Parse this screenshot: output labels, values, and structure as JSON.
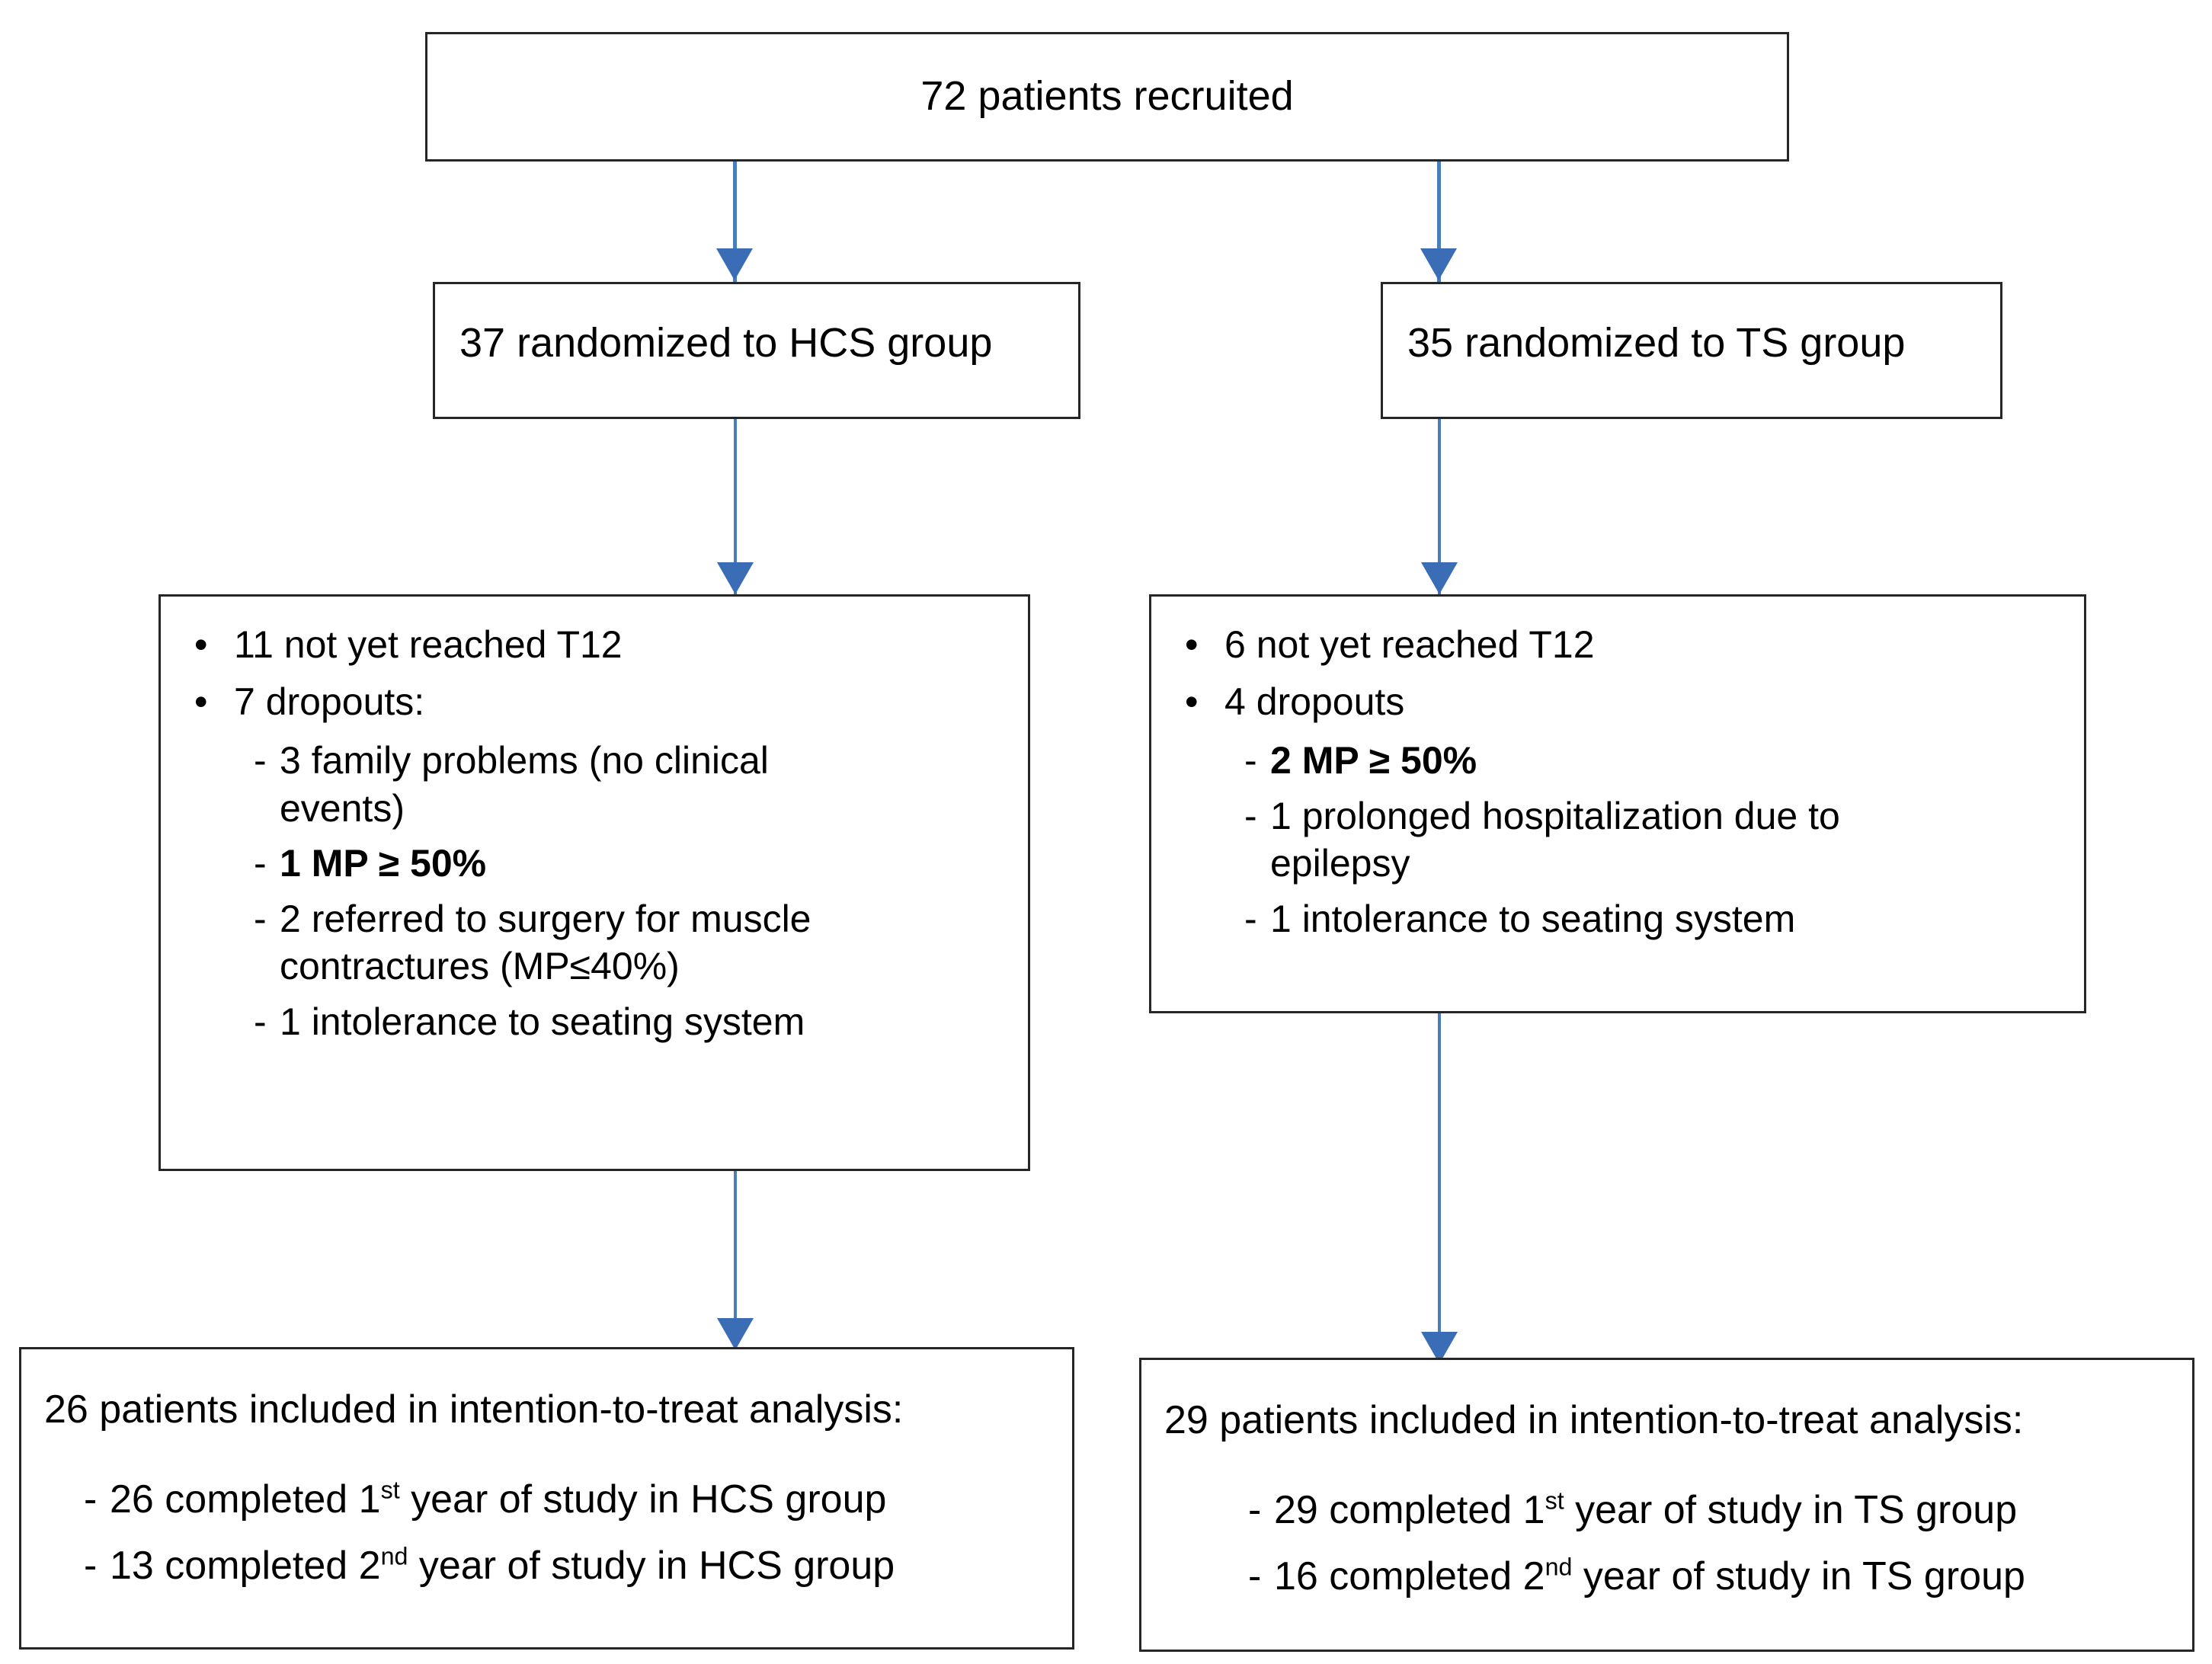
{
  "diagram": {
    "type": "consort-flow-diagram",
    "accent_color": "#4a7ebb",
    "border_color": "#262626",
    "background": "#ffffff",
    "top": {
      "label": "72 patients recruited"
    },
    "arms": [
      {
        "id": "hcs",
        "randomized": {
          "label": "37 randomized to HCS group"
        },
        "exclusions": {
          "bullets": [
            {
              "text": "11 not yet reached T12",
              "sub": []
            },
            {
              "text": "7 dropouts:",
              "sub": [
                {
                  "text": "3 family problems (no clinical events)",
                  "bold": false
                },
                {
                  "text": "1 MP ≥ 50%",
                  "bold": true
                },
                {
                  "text": "2 referred to surgery  for muscle contractures (MP≤40%)",
                  "bold": false
                },
                {
                  "text": "1 intolerance to seating system",
                  "bold": false
                }
              ]
            }
          ]
        },
        "analysis": {
          "heading": "26 patients included in intention-to-treat analysis:",
          "rows": [
            {
              "prefix": "26 completed 1",
              "sup": "st",
              "suffix": " year of study in HCS group"
            },
            {
              "prefix": "13 completed 2",
              "sup": "nd",
              "suffix": " year of study in HCS group"
            }
          ]
        }
      },
      {
        "id": "ts",
        "randomized": {
          "label": "35 randomized to TS group"
        },
        "exclusions": {
          "bullets": [
            {
              "text": "6 not yet reached T12",
              "sub": []
            },
            {
              "text": "4 dropouts",
              "sub": [
                {
                  "text": "2 MP ≥ 50%",
                  "bold": true
                },
                {
                  "text": "1 prolonged hospitalization due to epilepsy",
                  "bold": false
                },
                {
                  "text": "1 intolerance to seating system",
                  "bold": false
                }
              ]
            }
          ]
        },
        "analysis": {
          "heading": "29 patients included in intention-to-treat analysis:",
          "rows": [
            {
              "prefix": "29 completed 1",
              "sup": "st",
              "suffix": " year of study in TS group"
            },
            {
              "prefix": "16 completed 2",
              "sup": "nd",
              "suffix": " year of study in TS group"
            }
          ]
        }
      }
    ],
    "glyphs": {
      "bullet": "•",
      "dash": "-"
    }
  }
}
